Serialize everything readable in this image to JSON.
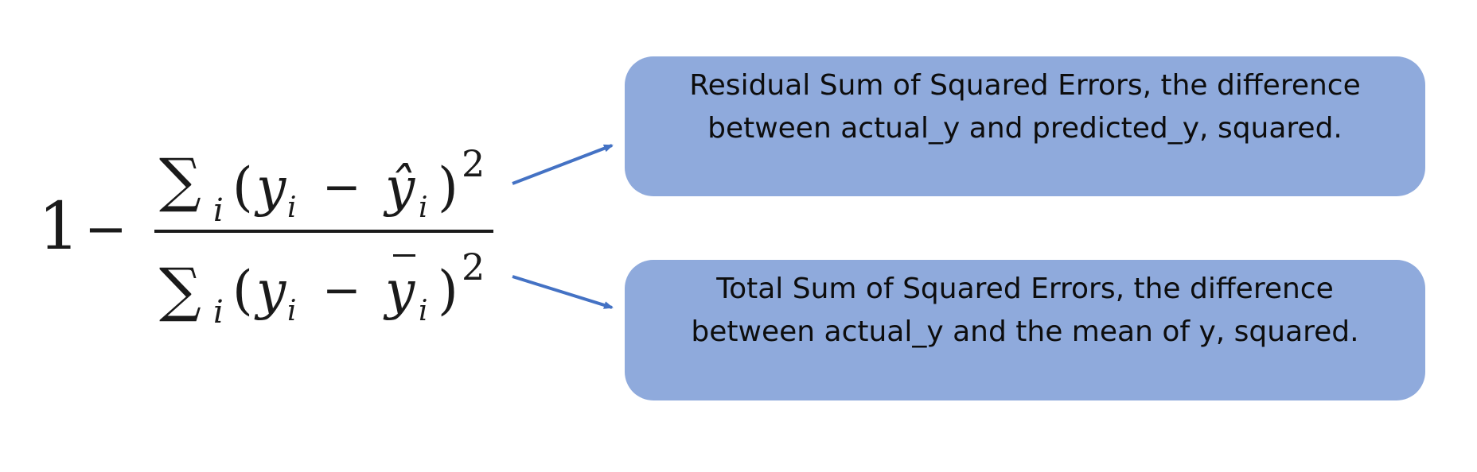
{
  "formula": {
    "one": "1",
    "minus": "−",
    "numerator": {
      "sum": "∑",
      "index": "i",
      "open": "(",
      "y": "y",
      "y_sub": "i",
      "minus": "−",
      "yhat": "ŷ",
      "yhat_sub": "i",
      "close": ")",
      "power": "2"
    },
    "denominator": {
      "sum": "∑",
      "index": "i",
      "open": "(",
      "y": "y",
      "y_sub": "i",
      "minus": "−",
      "ybar": "y",
      "ybar_sub": "i",
      "close": ")",
      "power": "2"
    }
  },
  "callouts": {
    "top": "Residual Sum of Squared Errors, the difference between actual_y and predicted_y, squared.",
    "bottom": "Total Sum of Squared Errors, the difference between actual_y and the mean of y, squared."
  },
  "colors": {
    "callout_fill": "#8faadc",
    "arrow": "#4472c4",
    "text": "#1a1a1a"
  }
}
